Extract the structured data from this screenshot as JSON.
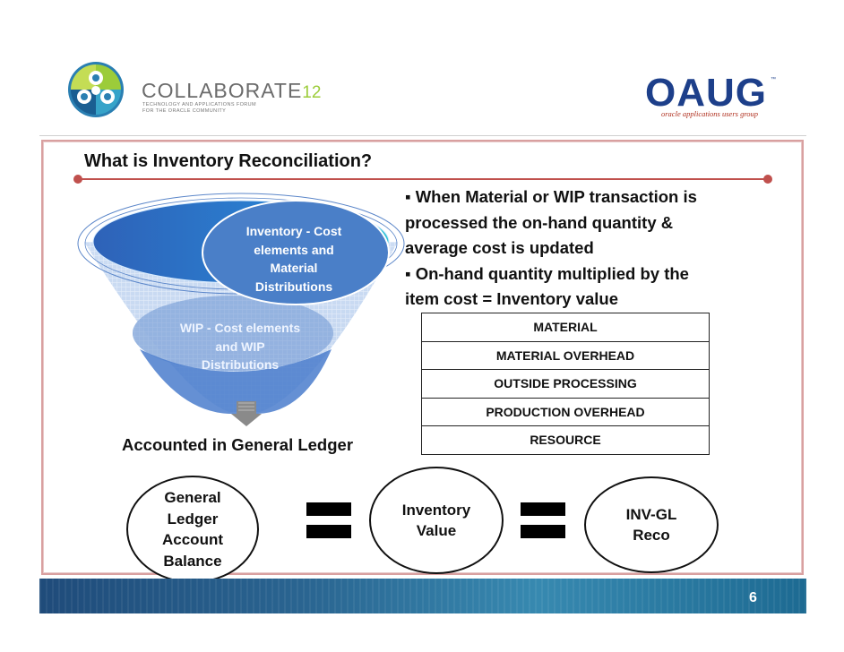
{
  "header": {
    "collaborate_name": "COLLABORATE",
    "collaborate_year": "12",
    "collaborate_sub_1": "TECHNOLOGY AND APPLICATIONS FORUM",
    "collaborate_sub_2": "FOR THE ORACLE COMMUNITY",
    "oaug_name": "OAUG",
    "oaug_tm": "™",
    "oaug_sub": "oracle applications users group"
  },
  "slide": {
    "title": "What is Inventory Reconciliation?",
    "bullets": [
      [
        "▪ When Material or WIP transaction is",
        "processed the on-hand quantity &",
        "average cost is updated"
      ],
      [
        "▪ On-hand quantity multiplied by the",
        "item cost = Inventory value"
      ]
    ],
    "funnel": {
      "top_label": [
        "Inventory - Cost",
        "elements and",
        "Material",
        "Distributions"
      ],
      "mid_label": [
        "WIP - Cost elements",
        "and WIP",
        "Distributions"
      ]
    },
    "accounted_label": "Accounted in General Ledger",
    "cost_elements": [
      "MATERIAL",
      "MATERIAL OVERHEAD",
      "OUTSIDE PROCESSING",
      "PRODUCTION OVERHEAD",
      "RESOURCE"
    ],
    "equation": {
      "left": [
        "General",
        "Ledger",
        "Account",
        "Balance"
      ],
      "middle": [
        "Inventory",
        "Value"
      ],
      "right": [
        "INV-GL",
        "Reco"
      ]
    }
  },
  "footer": {
    "page_number": "6"
  },
  "colors": {
    "accent_red": "#c0504d",
    "funnel_blue": "#2e6fc4",
    "footer_blue": "#2a6591",
    "collaborate_green": "#9ccc3a",
    "oaug_navy": "#1d3f8a"
  }
}
